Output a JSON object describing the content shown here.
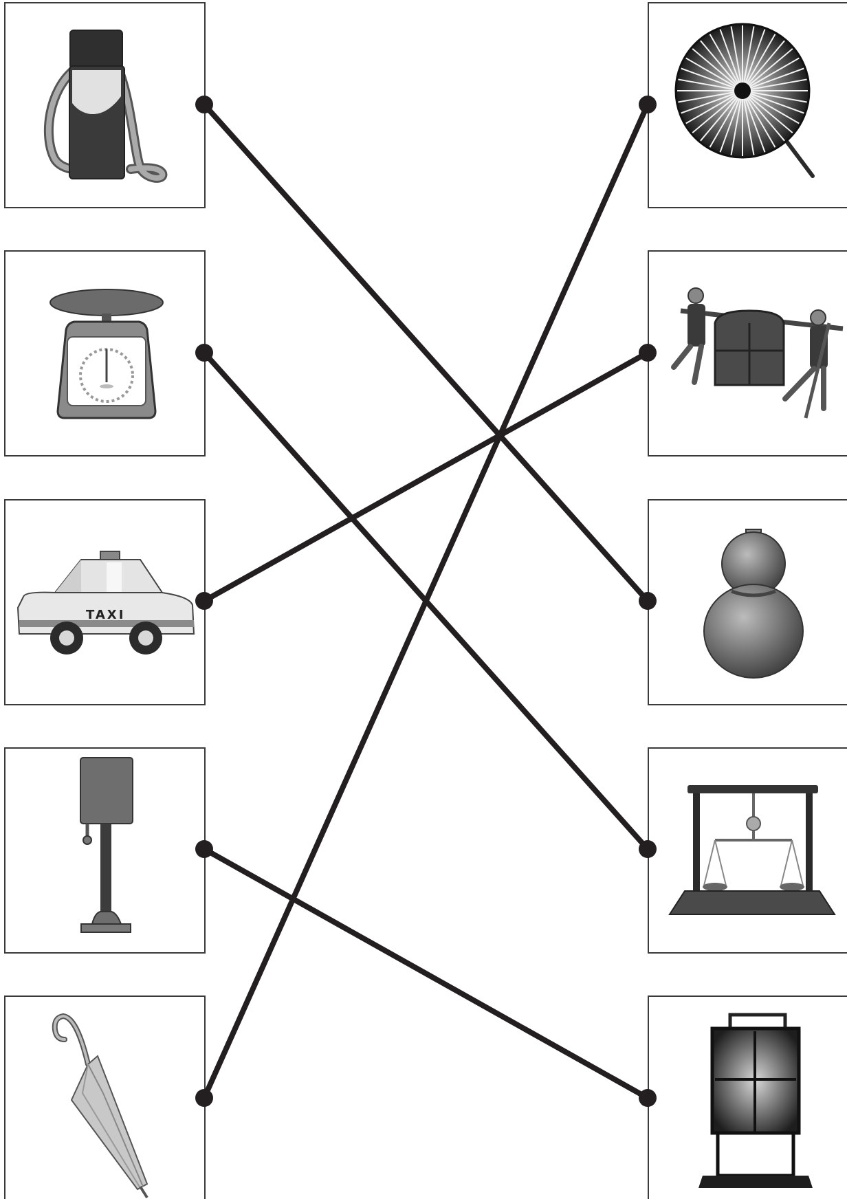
{
  "left_items": [
    {
      "id": "thermos",
      "icon": "thermos-bottle-icon"
    },
    {
      "id": "scale",
      "icon": "kitchen-scale-icon"
    },
    {
      "id": "taxi",
      "icon": "taxi-car-icon",
      "label": "TAXI"
    },
    {
      "id": "street-lamp",
      "icon": "gas-street-lamp-icon"
    },
    {
      "id": "umbrella",
      "icon": "western-umbrella-icon"
    }
  ],
  "right_items": [
    {
      "id": "paper-umbrella",
      "icon": "japanese-paper-umbrella-icon"
    },
    {
      "id": "palanquin",
      "icon": "kago-palanquin-icon"
    },
    {
      "id": "gourd",
      "icon": "gourd-icon"
    },
    {
      "id": "balance-scale",
      "icon": "balance-scale-icon"
    },
    {
      "id": "andon-lantern",
      "icon": "andon-lantern-icon"
    }
  ],
  "connections": [
    {
      "from": 0,
      "to": 2
    },
    {
      "from": 1,
      "to": 3
    },
    {
      "from": 2,
      "to": 1
    },
    {
      "from": 3,
      "to": 4
    },
    {
      "from": 4,
      "to": 0
    }
  ],
  "colors": {
    "line": "#231f20",
    "frame": "#3a3a3a"
  }
}
